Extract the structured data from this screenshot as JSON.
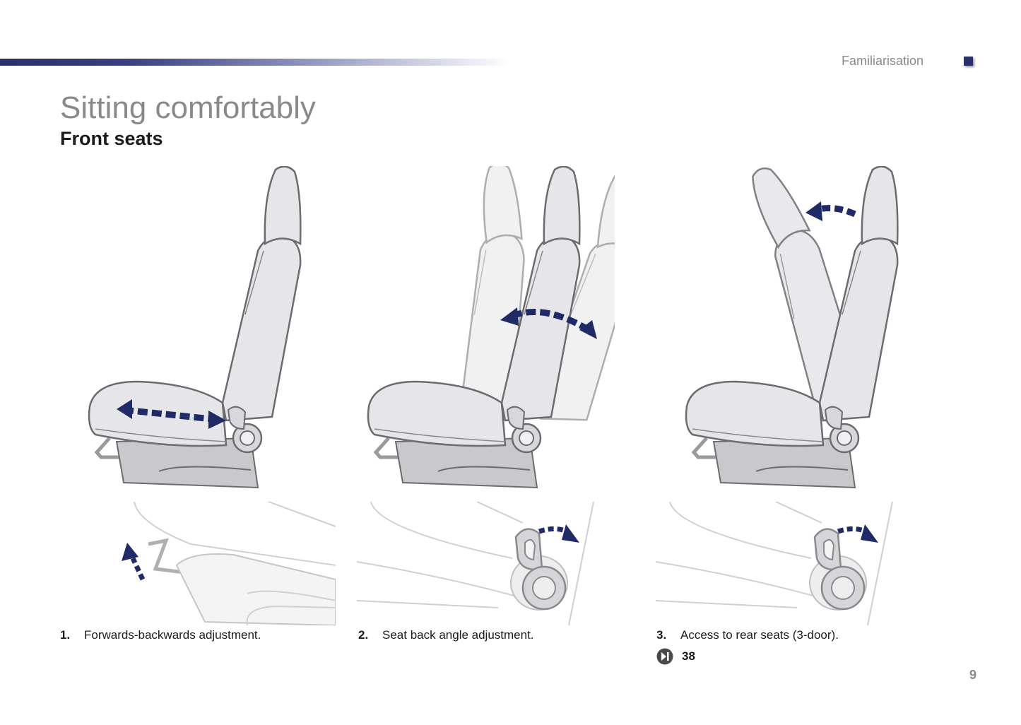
{
  "header": {
    "section": "Familiarisation"
  },
  "page": {
    "title": "Sitting comfortably",
    "subtitle": "Front seats",
    "number": "9"
  },
  "items": [
    {
      "num": "1.",
      "text": "Forwards-backwards adjustment."
    },
    {
      "num": "2.",
      "text": "Seat back angle adjustment."
    },
    {
      "num": "3.",
      "text": "Access to rear seats (3-door).",
      "ref": "38"
    }
  ],
  "icons": {
    "arrow": "adjustment-arrow-icon",
    "ref": "page-reference-icon"
  },
  "colors": {
    "accent": "#2b2f6a",
    "seat": "#e6e6e9",
    "arrow": "#1f2a66",
    "grey_text": "#8a8a8a"
  }
}
